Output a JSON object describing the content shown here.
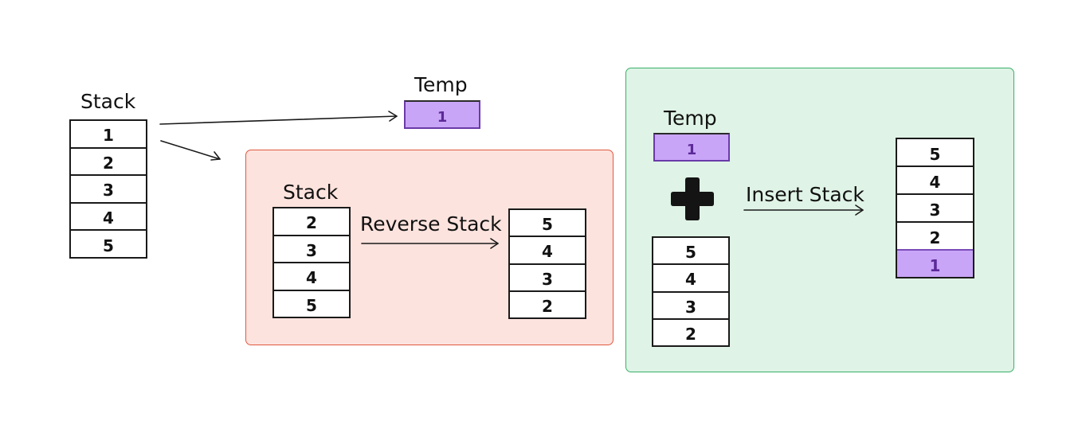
{
  "initial": {
    "label": "Stack",
    "items": [
      "1",
      "2",
      "3",
      "4",
      "5"
    ]
  },
  "temp_top": {
    "label": "Temp",
    "value": "1"
  },
  "reverse_panel": {
    "input_label": "Stack",
    "input_items": [
      "2",
      "3",
      "4",
      "5"
    ],
    "arrow_label": "Reverse Stack",
    "output_items": [
      "5",
      "4",
      "3",
      "2"
    ]
  },
  "insert_panel": {
    "temp_label": "Temp",
    "temp_value": "1",
    "stack_items": [
      "5",
      "4",
      "3",
      "2"
    ],
    "arrow_label": "Insert Stack",
    "result_items": [
      "5",
      "4",
      "3",
      "2",
      "1"
    ]
  },
  "colors": {
    "reverse_bg": "#fde3de",
    "reverse_border": "#e0593f",
    "insert_bg": "#dff3e6",
    "insert_border": "#3bb06a",
    "temp_fill": "#c9a5f7",
    "temp_text": "#5b2a98"
  },
  "icons": [
    "plus-icon",
    "arrow-right-icon"
  ]
}
